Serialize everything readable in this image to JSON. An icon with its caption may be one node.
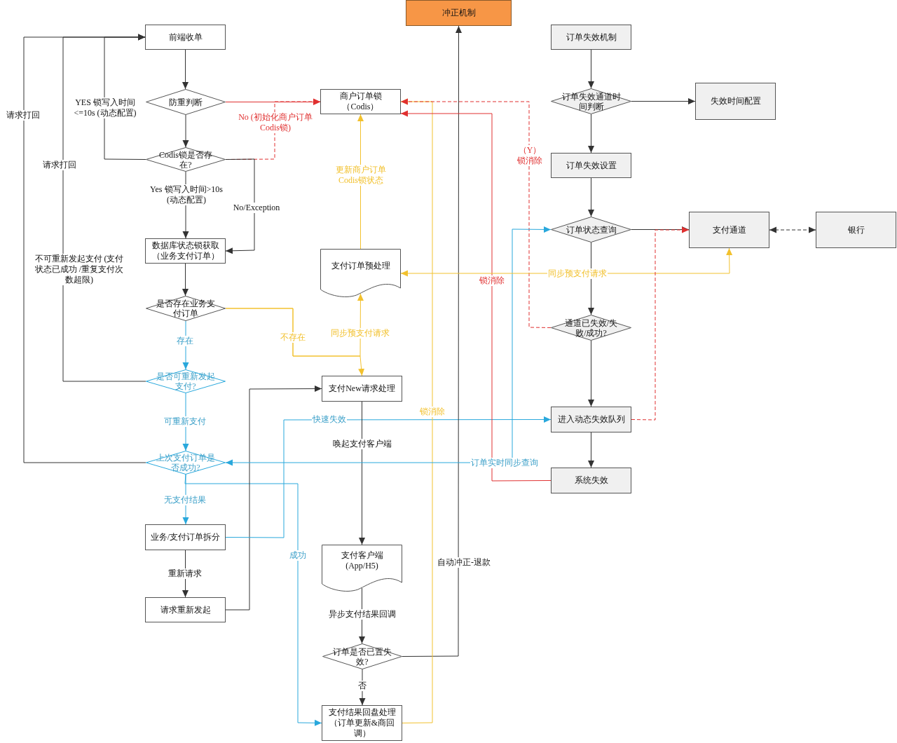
{
  "diagram": {
    "nodes": [
      {
        "text": [
          "前端收单"
        ]
      },
      {
        "text": [
          "防重判断"
        ]
      },
      {
        "text": [
          "Codis锁是否存在?"
        ]
      },
      {
        "text": [
          "数据库状态锁获取（业务支付订单）"
        ]
      },
      {
        "text": [
          "是否存在业务支付订单"
        ]
      },
      {
        "text": [
          "是否可重新发起支付?"
        ]
      },
      {
        "text": [
          "上次支付订单是否成功?"
        ]
      },
      {
        "text": [
          "业务/支付订单拆分"
        ]
      },
      {
        "text": [
          "请求重新发起"
        ]
      },
      {
        "text": [
          "冲正机制"
        ]
      },
      {
        "text": [
          "商户订单锁（Codis）"
        ]
      },
      {
        "text": [
          "支付订单预处理"
        ]
      },
      {
        "text": [
          "支付New请求处理"
        ]
      },
      {
        "text": [
          "支付客户端 (App/H5)"
        ]
      },
      {
        "text": [
          "订单是否已置失效?"
        ]
      },
      {
        "text": [
          "支付结果回盘处理（订单更新&商回调）"
        ]
      },
      {
        "text": [
          "订单失效机制"
        ]
      },
      {
        "text": [
          "订单失效通道时间判断"
        ]
      },
      {
        "text": [
          "失效时间配置"
        ]
      },
      {
        "text": [
          "订单失效设置"
        ]
      },
      {
        "text": [
          "订单状态查询"
        ]
      },
      {
        "text": [
          "支付通道"
        ]
      },
      {
        "text": [
          "银行"
        ]
      },
      {
        "text": [
          "通道已失效/失败/成功?"
        ]
      },
      {
        "text": [
          "进入动态失效队列"
        ]
      },
      {
        "text": [
          "系统失效"
        ]
      }
    ],
    "edges": [
      {
        "from": 0,
        "to": 1,
        "arrow": "to"
      },
      {
        "from": 1,
        "to": 2,
        "arrow": "to"
      },
      {
        "from": 1,
        "to": 10,
        "arrow": "to",
        "color": "#e03030"
      },
      {
        "from": 2,
        "to": 10,
        "arrow": "to",
        "label": "No (初始化商户订单 Codis锁)",
        "style": "dashed",
        "color": "#e03030"
      },
      {
        "from": 2,
        "to": 0,
        "arrow": "to",
        "label": "YES 锁写入时间<=10s (动态配置)"
      },
      {
        "from": 2,
        "to": 3,
        "arrow": "to",
        "label": "Yes 锁写入时间>10s (动态配置)"
      },
      {
        "from": 2,
        "to": 3,
        "arrow": "to",
        "label": "No/Exception"
      },
      {
        "from": 3,
        "to": 4,
        "arrow": "to"
      },
      {
        "from": 4,
        "to": 5,
        "arrow": "to",
        "label": "存在",
        "color": "#29a8dc"
      },
      {
        "from": 4,
        "to": 12,
        "arrow": "to",
        "label": "不存在",
        "color": "#f2c12e"
      },
      {
        "from": 4,
        "to": 11,
        "arrow": "to",
        "label": "同步预支付请求",
        "color": "#f2c12e"
      },
      {
        "from": 11,
        "to": 10,
        "arrow": "to",
        "label": "更新商户订单 Codis锁状态",
        "color": "#f2c12e"
      },
      {
        "from": 5,
        "to": 0,
        "arrow": "to",
        "label": "不可重新发起支付 (支付状态已成功 /重复支付次数超限)"
      },
      {
        "from": 6,
        "to": 0,
        "arrow": "to",
        "label": "请求打回"
      },
      {
        "from": 5,
        "to": 6,
        "arrow": "to",
        "label": "可重新支付",
        "color": "#29a8dc"
      },
      {
        "from": 6,
        "to": 7,
        "arrow": "to",
        "label": "无支付结果",
        "color": "#29a8dc"
      },
      {
        "from": 6,
        "to": 15,
        "arrow": "to",
        "label": "成功",
        "color": "#29a8dc"
      },
      {
        "from": 7,
        "to": 8,
        "arrow": "to",
        "label": "重新请求"
      },
      {
        "from": 8,
        "to": 12,
        "arrow": "to"
      },
      {
        "from": 7,
        "to": 24,
        "arrow": "to",
        "label": "快速失效",
        "color": "#29a8dc"
      },
      {
        "from": 12,
        "to": 13,
        "arrow": "to",
        "label": "唤起支付客户端"
      },
      {
        "from": 13,
        "to": 14,
        "arrow": "to",
        "label": "异步支付结果回调"
      },
      {
        "from": 14,
        "to": 15,
        "arrow": "to",
        "label": "否"
      },
      {
        "from": 14,
        "to": 9,
        "arrow": "to",
        "label": "自动冲正-退款"
      },
      {
        "from": 15,
        "to": 10,
        "arrow": "to",
        "label": "锁消除",
        "color": "#f2c12e"
      },
      {
        "from": 25,
        "to": 10,
        "arrow": "to",
        "label": "锁消除",
        "color": "#e03030"
      },
      {
        "from": 23,
        "to": 10,
        "arrow": "to",
        "label": "（Y）锁消除",
        "style": "dashed",
        "color": "#e03030"
      },
      {
        "from": 20,
        "to": 6,
        "arrow": "both",
        "label": "订单实时同步查询",
        "color": "#29a8dc"
      },
      {
        "from": 21,
        "to": 11,
        "arrow": "both",
        "label": "同步预支付请求",
        "color": "#f2c12e"
      },
      {
        "from": 16,
        "to": 17,
        "arrow": "to"
      },
      {
        "from": 17,
        "to": 18,
        "arrow": "to"
      },
      {
        "from": 17,
        "to": 19,
        "arrow": "to"
      },
      {
        "from": 19,
        "to": 20,
        "arrow": "to"
      },
      {
        "from": 20,
        "to": 21,
        "arrow": "to"
      },
      {
        "from": 20,
        "to": 23,
        "arrow": "to"
      },
      {
        "from": 23,
        "to": 24,
        "arrow": "to"
      },
      {
        "from": 24,
        "to": 25,
        "arrow": "to"
      },
      {
        "from": 24,
        "to": 21,
        "arrow": "to",
        "style": "dashed",
        "color": "#e03030"
      },
      {
        "from": 21,
        "to": 22,
        "arrow": "both",
        "style": "dashed"
      }
    ],
    "labels": [
      "请求打回"
    ]
  }
}
